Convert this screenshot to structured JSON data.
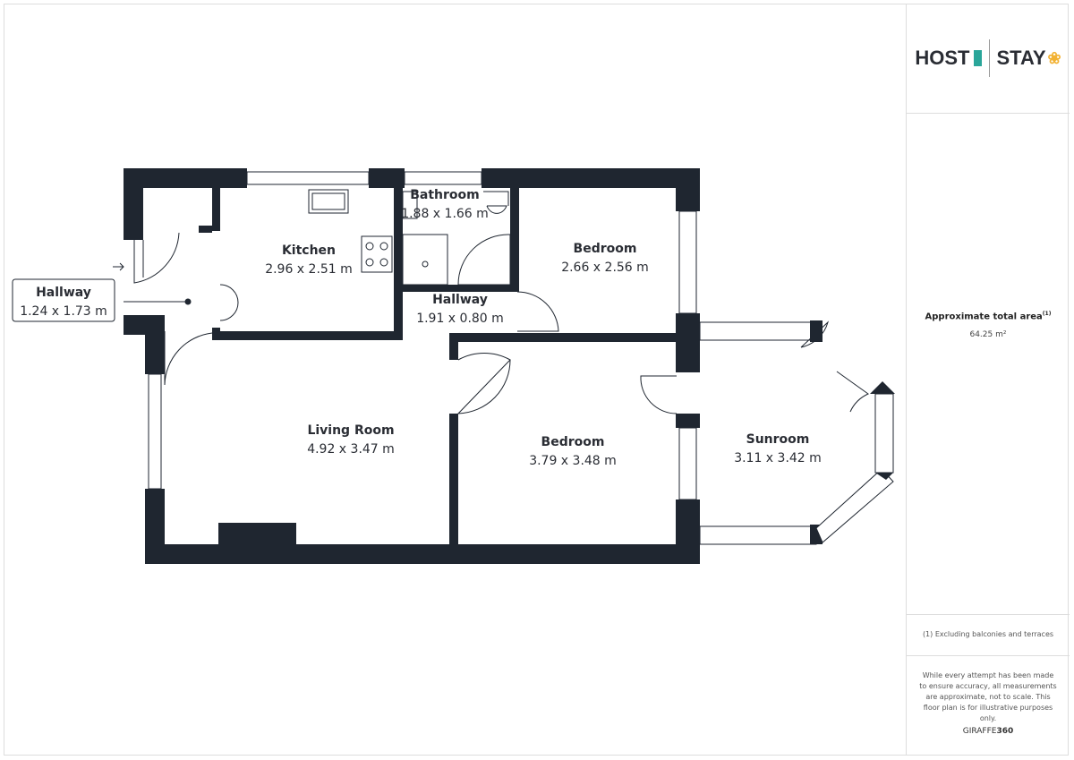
{
  "logo": {
    "left": "HOST",
    "right": "STAY",
    "accent": "#f2b233",
    "teal": "#2aa69a"
  },
  "rooms": [
    {
      "name": "Hallway",
      "dims": "1.24 x 1.73 m"
    },
    {
      "name": "Kitchen",
      "dims": "2.96 x 2.51 m"
    },
    {
      "name": "Bathroom",
      "dims": "1.88 x 1.66 m"
    },
    {
      "name": "Bedroom",
      "dims": "2.66 x 2.56 m"
    },
    {
      "name": "Hallway",
      "dims": "1.91 x 0.80 m"
    },
    {
      "name": "Living Room",
      "dims": "4.92 x 3.47 m"
    },
    {
      "name": "Bedroom",
      "dims": "3.79 x 3.48 m"
    },
    {
      "name": "Sunroom",
      "dims": "3.11 x 3.42 m"
    }
  ],
  "side": {
    "area_title": "Approximate total area",
    "area_sup": "(1)",
    "area_value": "64.25 m²",
    "note": "(1) Excluding balconies and terraces",
    "disclaimer": "While every attempt has been made to ensure accuracy, all measurements are approximate, not to scale. This floor plan is for illustrative purposes only.",
    "brand_a": "GIRAFFE",
    "brand_b": "360"
  }
}
